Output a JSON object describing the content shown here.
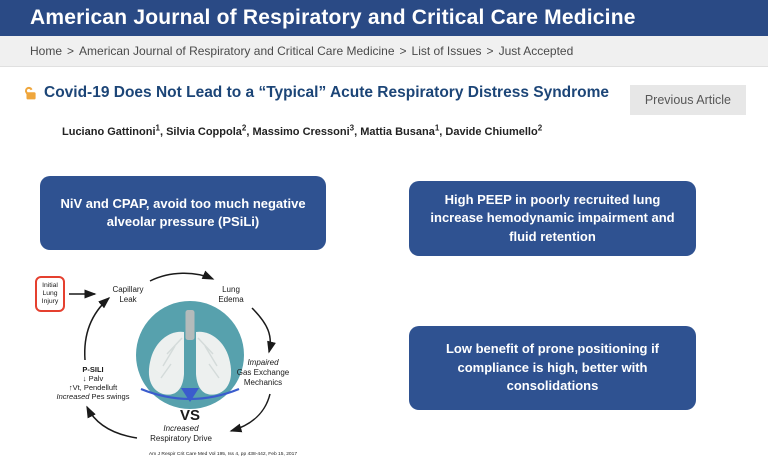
{
  "header": {
    "title": "American Journal of Respiratory and Critical Care Medicine"
  },
  "breadcrumb": {
    "separator": ">",
    "items": [
      "Home",
      "American Journal of Respiratory and Critical Care Medicine",
      "List of Issues",
      "Just Accepted"
    ]
  },
  "article": {
    "open_access_icon": "open-lock",
    "title": "Covid-19 Does Not Lead to a “Typical” Acute Respiratory Distress Syndrome",
    "previous_button": "Previous Article",
    "authors": [
      {
        "name": "Luciano Gattinoni",
        "sup": "1",
        "sep": ", "
      },
      {
        "name": "Silvia Coppola",
        "sup": "2",
        "sep": ", "
      },
      {
        "name": "Massimo Cressoni",
        "sup": "3",
        "sep": ", "
      },
      {
        "name": "Mattia Busana",
        "sup": "1",
        "sep": ", "
      },
      {
        "name": "Davide Chiumello",
        "sup": "2",
        "sep": ""
      }
    ]
  },
  "key_points": [
    "NiV and CPAP, avoid too much negative alveolar pressure (PSiLi)",
    "High PEEP in poorly recruited lung increase hemodynamic impairment and fluid retention",
    "Low benefit of prone positioning if compliance is high, better with consolidations"
  ],
  "diagram": {
    "initial_box": [
      "Initial",
      "Lung",
      "Injury"
    ],
    "capillary_leak": [
      "Capillary",
      "Leak"
    ],
    "lung_edema": [
      "Lung",
      "Edema"
    ],
    "impaired": [
      "Impaired",
      "Gas Exchange",
      "Mechanics"
    ],
    "increased_drive": [
      "Increased",
      "Respiratory Drive"
    ],
    "psili": [
      "P-SILI",
      "↓ Palv",
      "↑Vt, Pendelluft"
    ],
    "psili_line4_italic": "Increased",
    "psili_line4_rest": " Pes swings",
    "vs_label": "VS",
    "citation": "Am J Respir Crit Care Med Vol 195, Iss 4, pp 438-442, Feb 15, 2017"
  },
  "colors": {
    "masthead_navy": "#2a4a85",
    "title_blue": "#1c4577",
    "box_blue": "#2f5291",
    "circle_teal": "#57a1ad",
    "vs_arrow_blue": "#3a5ccd",
    "initial_box_red": "#e5402f",
    "lock_orange": "#efa63c",
    "breadcrumb_bg": "#f0f0f0",
    "prev_btn_bg": "#e7e7e7"
  }
}
